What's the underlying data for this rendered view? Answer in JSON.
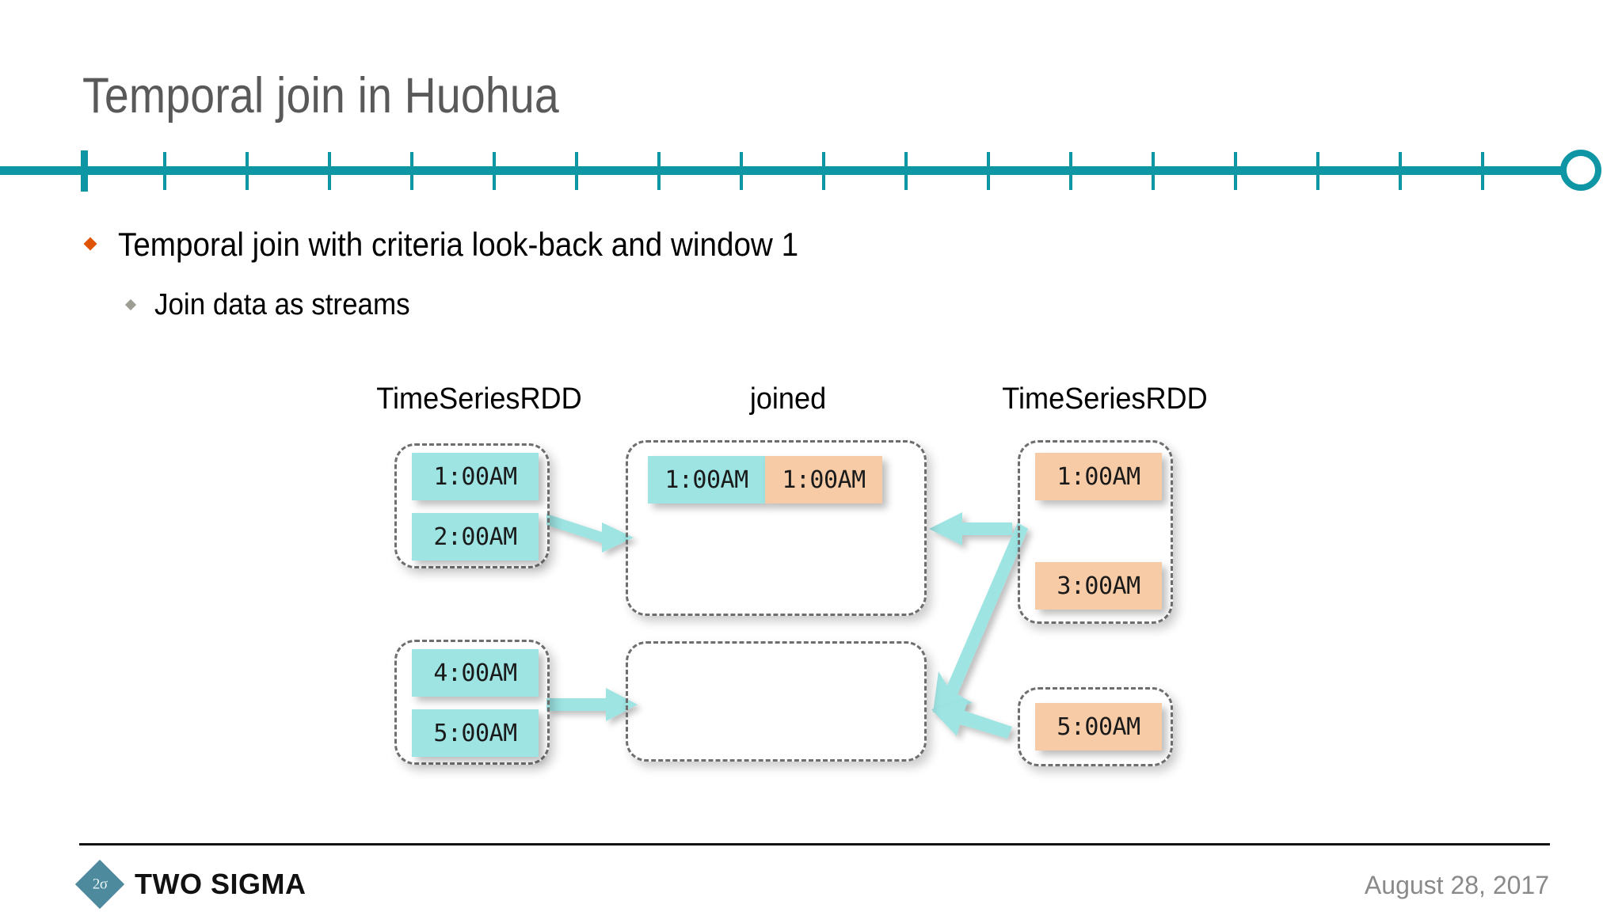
{
  "slide": {
    "title": "Temporal join in Huohua",
    "bullets": [
      {
        "level": 1,
        "text": "Temporal join with criteria look-back and window 1",
        "marker": "orange-diamond",
        "marker_color": "#e05206"
      },
      {
        "level": 2,
        "text": "Join data as streams",
        "marker": "gray-diamond",
        "marker_color": "#9d9d93"
      }
    ]
  },
  "timeline": {
    "accent_color": "#0e96a5",
    "tick_count": 19,
    "major_tick_index": 0,
    "end_marker": "hollow-circle"
  },
  "diagram": {
    "headers": [
      {
        "label": "TimeSeriesRDD",
        "column": "left"
      },
      {
        "label": "joined",
        "column": "center"
      },
      {
        "label": "TimeSeriesRDD",
        "column": "right"
      }
    ],
    "colors": {
      "left_cell": "#9de4e3",
      "right_cell": "#f7cba6",
      "group_border": "#6e6e6e",
      "arrow": "#9de4e3"
    },
    "groups": [
      {
        "name": "left-group-top",
        "column": "left",
        "cells": [
          {
            "value": "1:00AM",
            "fill": "cyan"
          },
          {
            "value": "2:00AM",
            "fill": "cyan"
          }
        ]
      },
      {
        "name": "joined-group-top",
        "column": "center",
        "cells": [
          {
            "value": "1:00AM",
            "fill": "cyan"
          },
          {
            "value": "1:00AM",
            "fill": "peach"
          }
        ]
      },
      {
        "name": "right-group-top",
        "column": "right",
        "cells": [
          {
            "value": "1:00AM",
            "fill": "peach"
          },
          {
            "value": "3:00AM",
            "fill": "peach"
          }
        ]
      },
      {
        "name": "left-group-bottom",
        "column": "left",
        "cells": [
          {
            "value": "4:00AM",
            "fill": "cyan"
          },
          {
            "value": "5:00AM",
            "fill": "cyan"
          }
        ]
      },
      {
        "name": "joined-group-bottom",
        "column": "center",
        "cells": []
      },
      {
        "name": "right-group-bottom",
        "column": "right",
        "cells": [
          {
            "value": "5:00AM",
            "fill": "peach"
          }
        ]
      }
    ],
    "arrows": [
      {
        "name": "arrow-left-top-to-joined-top",
        "from": "left-group-top",
        "to": "joined-group-top"
      },
      {
        "name": "arrow-left-bottom-to-joined-bottom",
        "from": "left-group-bottom",
        "to": "joined-group-bottom"
      },
      {
        "name": "arrow-right-top-to-joined-top",
        "from": "right-group-top",
        "to": "joined-group-top"
      },
      {
        "name": "arrow-right-top-to-joined-bottom",
        "from": "right-group-top",
        "to": "joined-group-bottom"
      },
      {
        "name": "arrow-right-bottom-to-joined-bottom",
        "from": "right-group-bottom",
        "to": "joined-group-bottom"
      }
    ]
  },
  "footer": {
    "logo_symbol": "2σ",
    "logo_text": "TWO SIGMA",
    "date": "August 28, 2017"
  }
}
